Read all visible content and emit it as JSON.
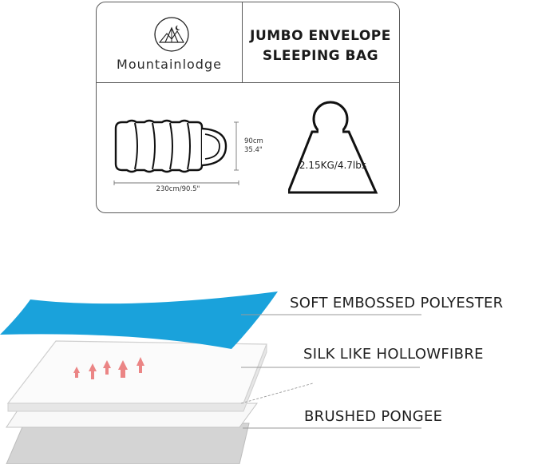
{
  "brand": {
    "name": "Mountainlodge"
  },
  "product": {
    "title_line1": "JUMBO ENVELOPE",
    "title_line2": "SLEEPING BAG"
  },
  "dimensions": {
    "height_cm": "90cm",
    "height_in": "35.4\"",
    "length": "230cm/90.5\""
  },
  "weight": {
    "label": "2.15KG/4.7lbs"
  },
  "layers": [
    {
      "label": "SOFT EMBOSSED POLYESTER",
      "color": "#1aa2db"
    },
    {
      "label": "SILK LIKE HOLLOWFIBRE",
      "color": "#f6f6f6"
    },
    {
      "label": "BRUSHED PONGEE",
      "color": "#d4d4d4"
    }
  ],
  "colors": {
    "outline": "#5a5a5a",
    "accent_blue": "#1aa2db",
    "heat_arrow": "#e86868"
  }
}
